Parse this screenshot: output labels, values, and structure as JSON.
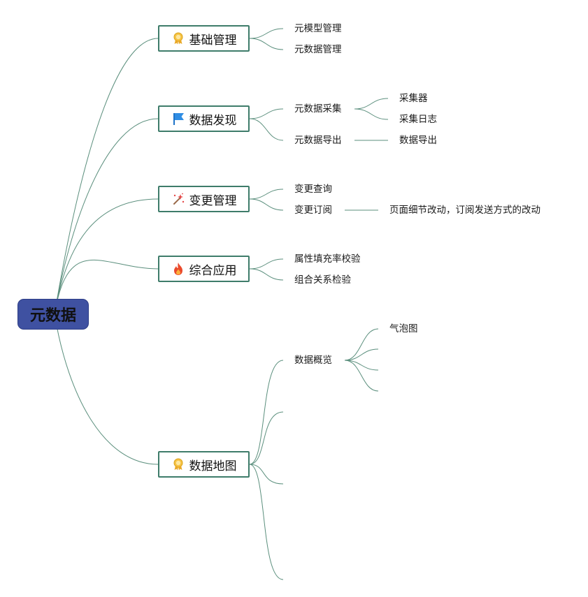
{
  "root": {
    "label": "元数据"
  },
  "branches": [
    {
      "label": "基础管理",
      "icon": "award-ribbon-icon",
      "children": [
        {
          "label": "元模型管理"
        },
        {
          "label": "元数据管理"
        }
      ]
    },
    {
      "label": "数据发现",
      "icon": "blue-flag-icon",
      "children": [
        {
          "label": "元数据采集",
          "children": [
            {
              "label": "采集器"
            },
            {
              "label": "采集日志"
            }
          ]
        },
        {
          "label": "元数据导出",
          "children": [
            {
              "label": "数据导出"
            }
          ]
        }
      ]
    },
    {
      "label": "变更管理",
      "icon": "magic-wand-icon",
      "children": [
        {
          "label": "变更查询"
        },
        {
          "label": "变更订阅",
          "children": [
            {
              "label": "页面细节改动，订阅发送方式的改动"
            }
          ]
        }
      ]
    },
    {
      "label": "综合应用",
      "icon": "fire-icon",
      "children": [
        {
          "label": "属性填充率校验"
        },
        {
          "label": "组合关系检验"
        }
      ]
    },
    {
      "label": "数据地图",
      "icon": "award-ribbon-icon",
      "children": [
        {
          "label": "数据概览",
          "children": [
            {
              "label": "气泡图"
            },
            {
              "label": ""
            },
            {
              "label": ""
            },
            {
              "label": ""
            }
          ]
        },
        {
          "label": ""
        },
        {
          "label": ""
        },
        {
          "label": ""
        }
      ]
    }
  ],
  "colors": {
    "root_fill": "#3f51a1",
    "branch_border": "#3e7c6a",
    "connector": "#5b8f7d"
  }
}
